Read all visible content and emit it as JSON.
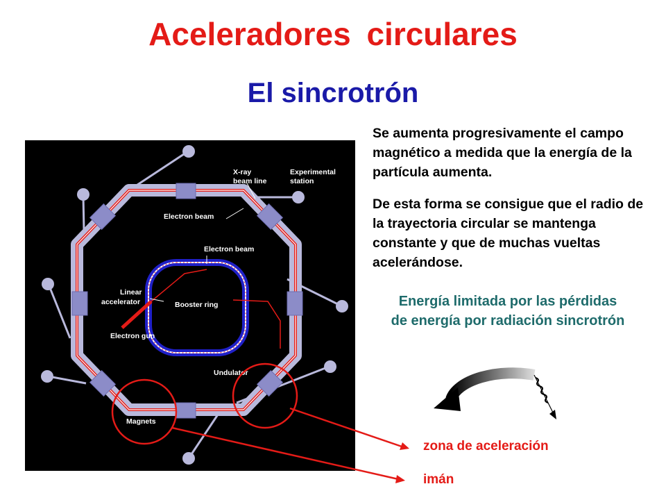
{
  "title": "Aceleradores circulares",
  "subtitle": "El sincrotrón",
  "paragraphs": {
    "p1": "Se aumenta progresivamente el campo magnético a medida que la energía de la partícula aumenta.",
    "p2": "De esta forma se consigue que el radio de la trayectoria circular se mantenga constante y que de muchas vueltas acelerándose."
  },
  "limit_note": {
    "line1": "Energía limitada por las pérdidas",
    "line2": "de energía por radiación sincrotrón"
  },
  "annotations": {
    "acceleration_zone": "zona de aceleración",
    "magnet": "imán"
  },
  "diagram_labels": {
    "xray_1": "X-ray",
    "xray_2": "beam line",
    "experimental_1": "Experimental",
    "experimental_2": "station",
    "electron_beam_outer": "Electron beam",
    "electron_beam_inner": "Electron beam",
    "linear_1": "Linear",
    "linear_2": "accelerator",
    "booster": "Booster ring",
    "electron_gun": "Electron gun",
    "undulator": "Undulator",
    "magnets": "Magnets"
  },
  "colors": {
    "title": "#e41b17",
    "subtitle": "#1a1aa8",
    "limit_note": "#1e6b6b",
    "ring": "#b9b9dc",
    "beam": "#e41b17"
  }
}
